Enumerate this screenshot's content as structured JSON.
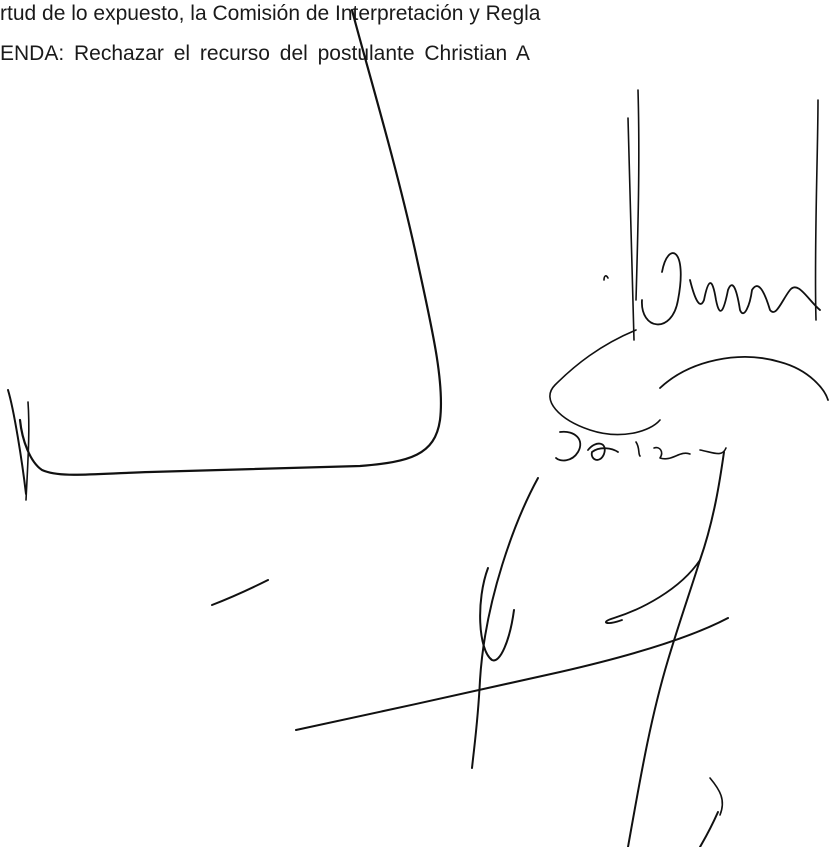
{
  "document": {
    "lines": [
      "rtud de lo expuesto, la Comisión de Interpretación y Regla",
      "ENDA: Rechazar el recurso del postulante Christian A"
    ]
  },
  "colors": {
    "ink": "#111111",
    "paper": "#ffffff"
  },
  "signatures": {
    "count_visible": 4,
    "description_icons": [
      "signature-left-icon",
      "signature-right-top-icon",
      "signature-center-icon",
      "signature-bottom-icon"
    ]
  }
}
